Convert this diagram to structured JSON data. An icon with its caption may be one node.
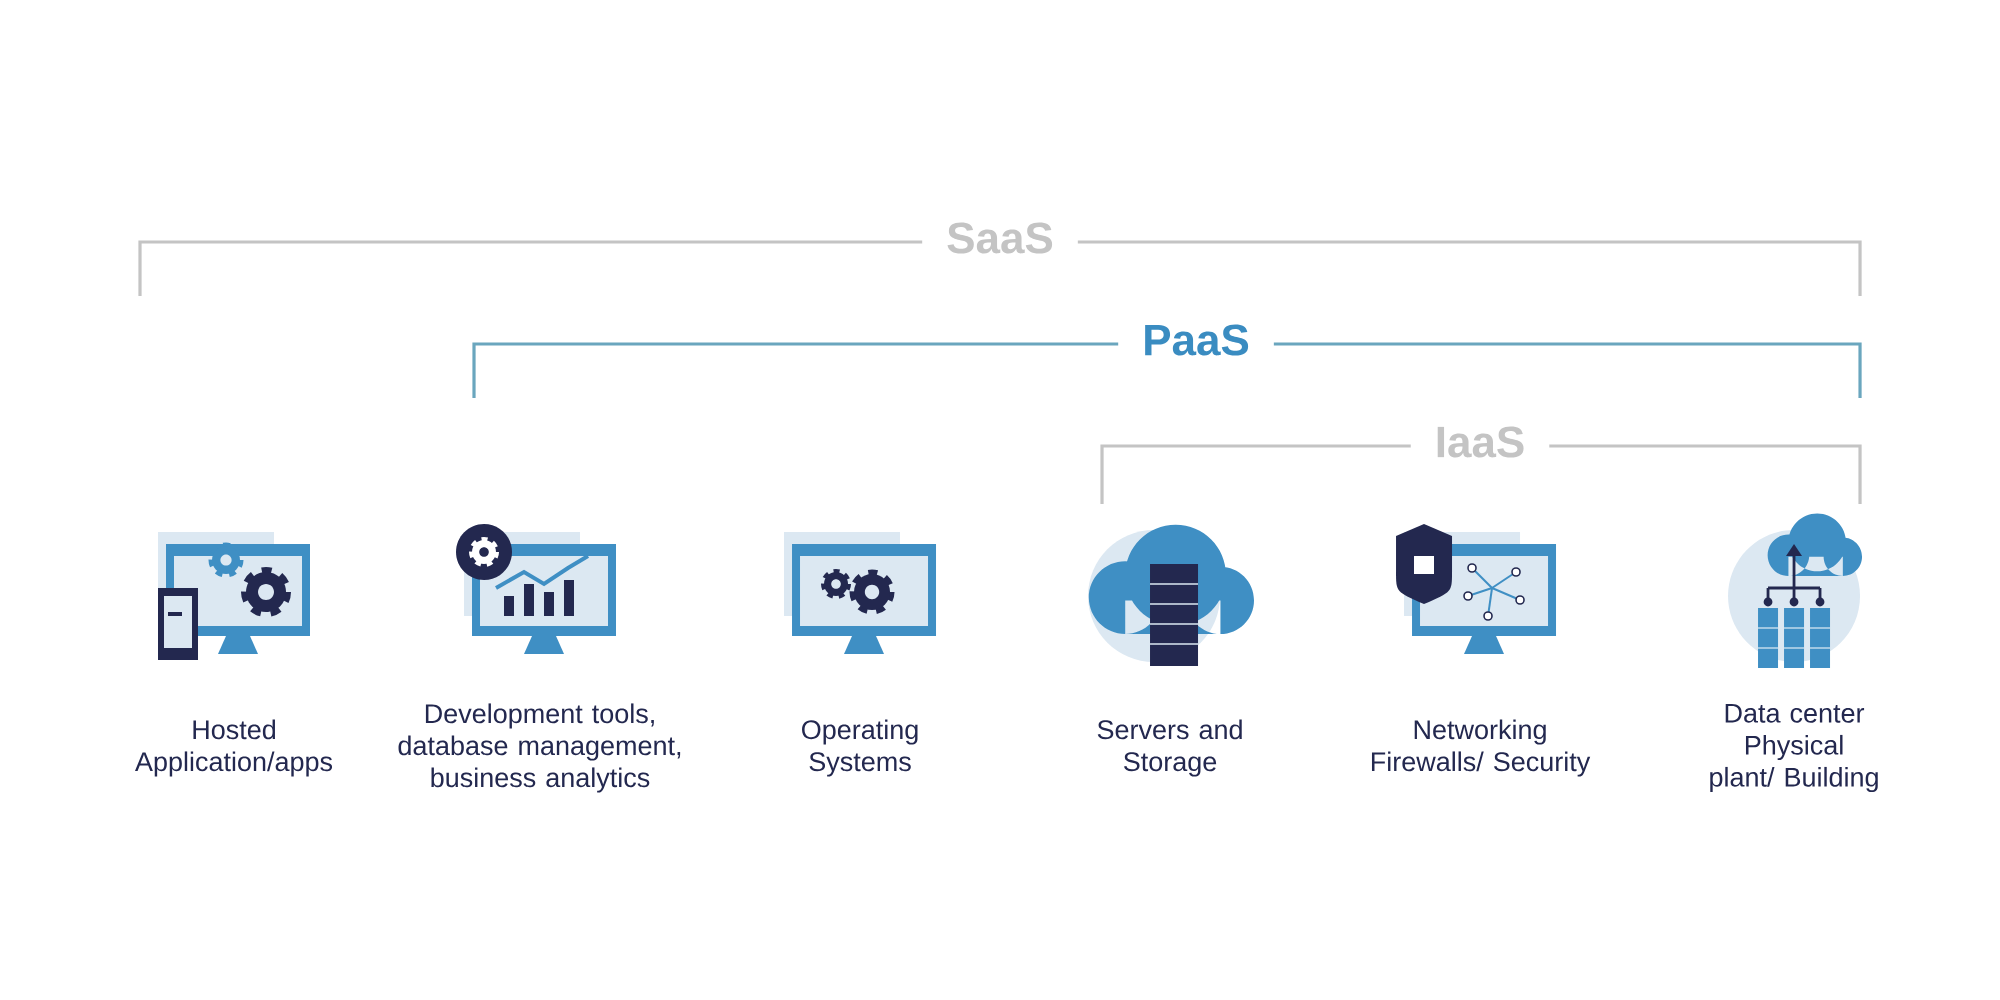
{
  "diagram": {
    "labels": [
      "SaaS",
      "PaaS",
      "IaaS",
      "Hosted Application/apps",
      "Development tools, database management, business analytics",
      "Operating Systems",
      "Servers and Storage",
      "Networking Firewalls/ Security",
      "Data center Physical plant/ Building"
    ]
  }
}
